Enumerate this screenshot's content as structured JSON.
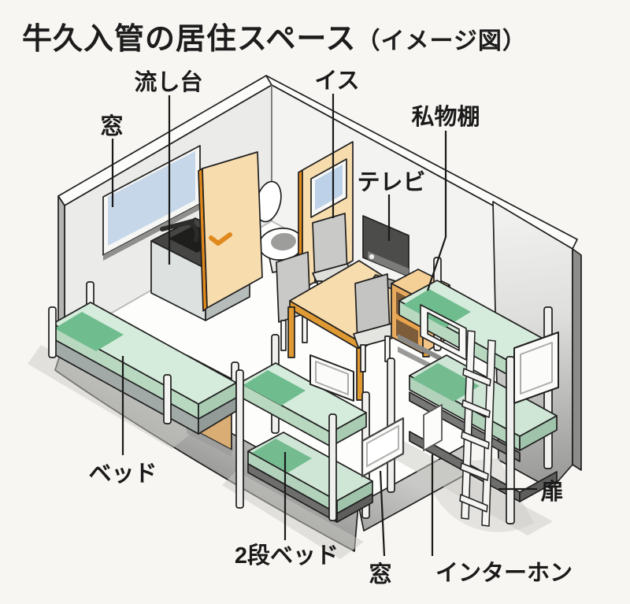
{
  "title": {
    "main": "牛久入管の居住スペース",
    "suffix": "（イメージ図）"
  },
  "labels": {
    "window_top": "窓",
    "sink": "流し台",
    "chair": "イス",
    "shelf": "私物棚",
    "tv": "テレビ",
    "bed": "ベッド",
    "bunk_bed": "2段ベッド",
    "window_bottom": "窓",
    "intercom": "インターホン",
    "door": "扉"
  },
  "colors": {
    "background": "#f8f6f2",
    "wall_gray": "#ebebe9",
    "wood_panel": "#f7dcae",
    "accent_orange": "#e2891c",
    "window_blue": "#c7d7ea",
    "mattress_green": "#d5ebdb",
    "pillow_green": "#6fbc8e",
    "outline": "#1f1f1f"
  }
}
